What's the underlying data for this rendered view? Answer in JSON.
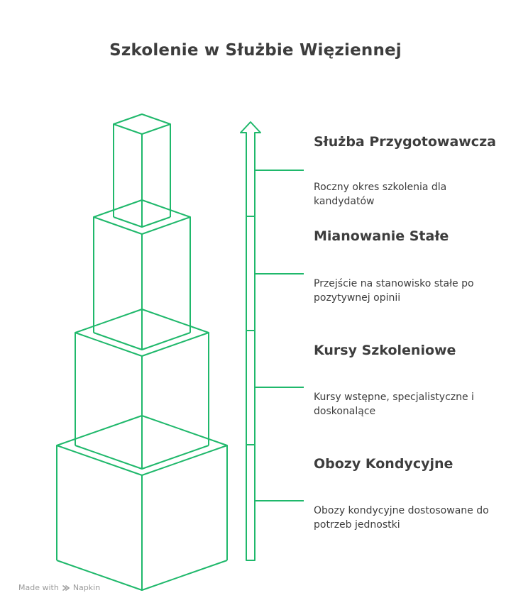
{
  "title": "Szkolenie w Służbie Więziennej",
  "accent_color": "#1fb86b",
  "steps": [
    {
      "title": "Służba Przygotowawcza",
      "description": "Roczny okres szkolenia dla kandydatów"
    },
    {
      "title": "Mianowanie Stałe",
      "description": "Przejście na stanowisko stałe po pozytywnej opinii"
    },
    {
      "title": "Kursy Szkoleniowe",
      "description": "Kursy wstępne, specjalistyczne i doskonalące"
    },
    {
      "title": "Obozy Kondycyjne",
      "description": "Obozy kondycyjne dostosowane do potrzeb jednostki"
    }
  ],
  "footer": {
    "made_with": "Made with",
    "brand": "Napkin",
    "logo_icon": "napkin-logo-icon"
  }
}
